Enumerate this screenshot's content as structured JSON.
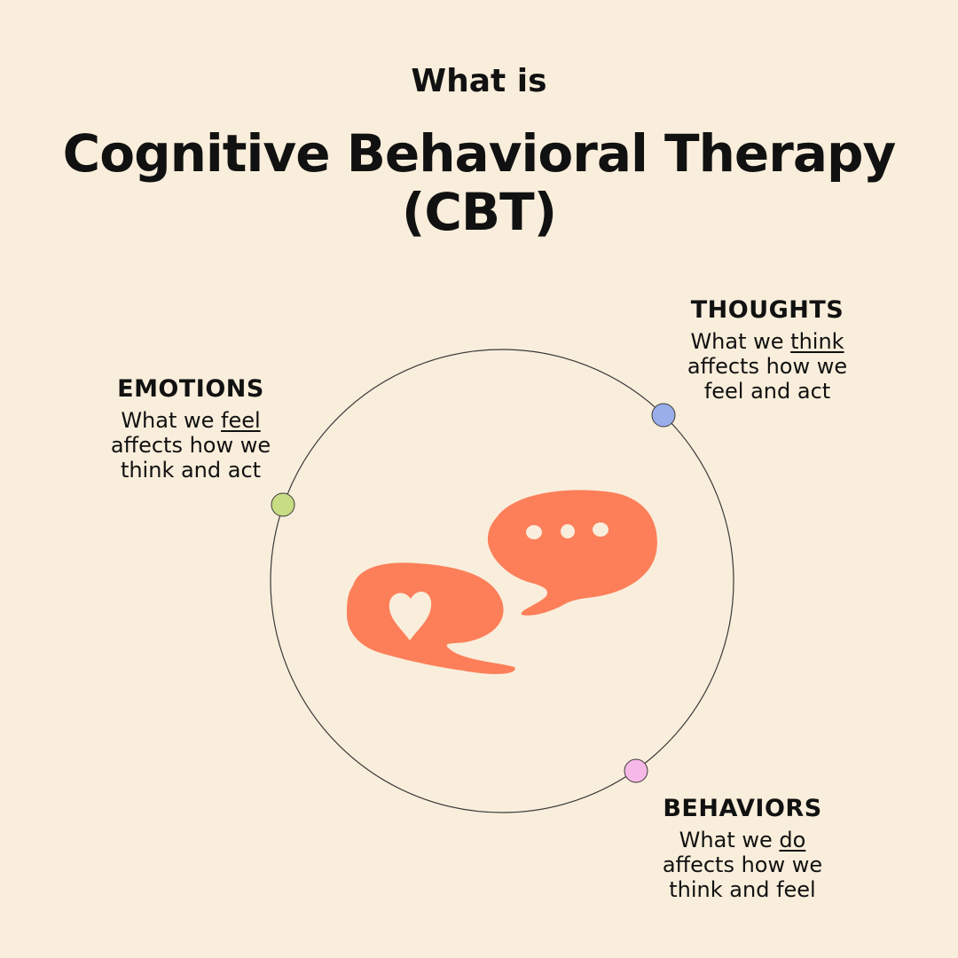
{
  "heading": {
    "pre": "What is",
    "title_line_1": "Cognitive Behavioral Therapy",
    "title_line_2": "(CBT)"
  },
  "nodes": {
    "thoughts": {
      "title": "THOUGHTS",
      "desc_before": "What we ",
      "desc_emphasis": "think",
      "desc_line_2": "affects how we",
      "desc_line_3": "feel and act",
      "color": "#9aaeea"
    },
    "emotions": {
      "title": "EMOTIONS",
      "desc_before": "What we ",
      "desc_emphasis": "feel",
      "desc_line_2": "affects how we",
      "desc_line_3": "think and act",
      "color": "#c8dc84"
    },
    "behaviors": {
      "title": "BEHAVIORS",
      "desc_before": "What we ",
      "desc_emphasis": "do",
      "desc_line_2": "affects how we",
      "desc_line_3": "think and feel",
      "color": "#f6b8e6"
    }
  },
  "colors": {
    "background": "#f9eedb",
    "bubble": "#fc7f5a",
    "circle_stroke": "#3a3a3a"
  },
  "icons": [
    "heart-speech-bubble-icon",
    "ellipsis-speech-bubble-icon"
  ]
}
